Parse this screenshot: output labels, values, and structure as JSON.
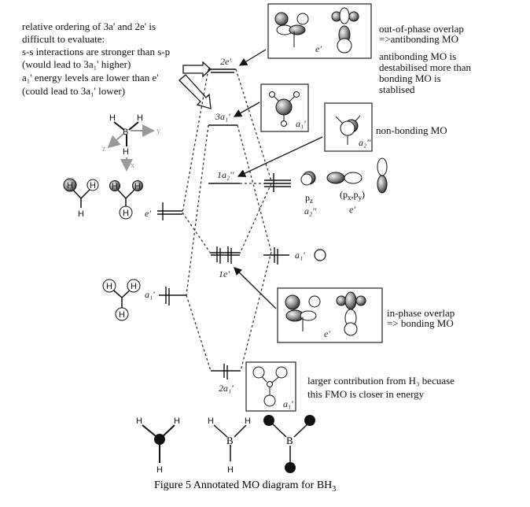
{
  "notes": {
    "ordering": [
      "relative ordering of 3a' and 2e' is",
      "difficult to evaluate:",
      "s-s interactions are stronger than s-p",
      "(would lead to 3a₁' higher)",
      "a₁' energy levels are lower than e'",
      "(could lead to 3a₁' lower)"
    ],
    "antibonding": [
      "out-of-phase overlap",
      "=>antibonding MO"
    ],
    "destabilised": [
      "antibonding MO is",
      "destabilised more than",
      "bonding MO is",
      "stablised"
    ],
    "nonbonding": "non-bonding MO",
    "bonding": [
      "in-phase overlap",
      "=> bonding MO"
    ],
    "larger_contribution": [
      "larger contribution from H₃ becuase",
      "this FMO is closer in energy"
    ]
  },
  "mo_levels": {
    "l_2e": "2e'",
    "l_3a1": "3a₁'",
    "l_1a2": "1a₂''",
    "l_1e": "1e'",
    "l_2a1": "2a₁'"
  },
  "fragment_labels": {
    "h3_e": "e'",
    "h3_a1": "a₁'",
    "b_a1": "a₁'",
    "pz": "p",
    "pz_sub": "z",
    "pz_sym": "a₂''",
    "pxpy": "(p",
    "pxpy_x": "x",
    "pxpy_comma": ",p",
    "pxpy_y": "y",
    "pxpy_close": ")",
    "pxpy_sym": "e'"
  },
  "box_labels": {
    "antibonding_e": "e'",
    "a1_3": "a₁'",
    "a2": "a₂''",
    "bonding_e": "e'",
    "a1_2": "a₁'"
  },
  "axes": {
    "x": "x",
    "y": "y",
    "z": "z"
  },
  "atoms": {
    "H": "H",
    "B": "B"
  },
  "caption": {
    "text": "Figure 5 Annotated MO diagram for BH",
    "sub": "3"
  }
}
